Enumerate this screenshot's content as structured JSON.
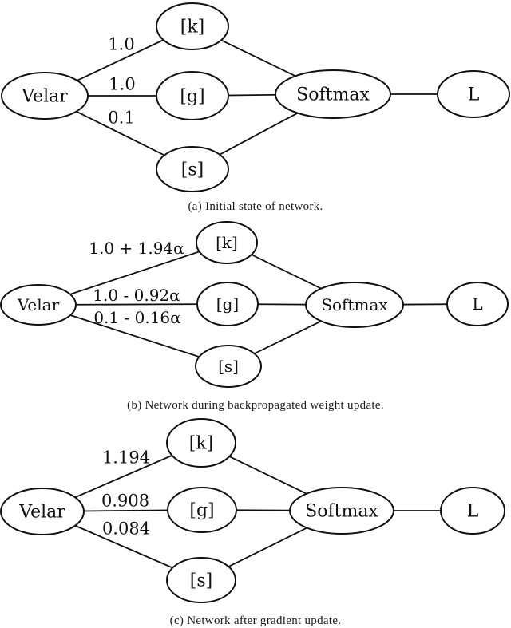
{
  "colors": {
    "background": "#ffffff",
    "stroke": "#101010",
    "text": "#101010"
  },
  "diagrams": [
    {
      "id": "a",
      "caption": "(a) Initial state of network.",
      "nodes": {
        "input": "Velar",
        "k": "[k]",
        "g": "[g]",
        "s": "[s]",
        "softmax": "Softmax",
        "loss": "L"
      },
      "weights": {
        "k": "1.0",
        "g": "1.0",
        "s": "0.1"
      }
    },
    {
      "id": "b",
      "caption": "(b) Network during backpropagated weight update.",
      "nodes": {
        "input": "Velar",
        "k": "[k]",
        "g": "[g]",
        "s": "[s]",
        "softmax": "Softmax",
        "loss": "L"
      },
      "weights": {
        "k": "1.0 + 1.94α",
        "g": "1.0 - 0.92α",
        "s": "0.1 - 0.16α"
      }
    },
    {
      "id": "c",
      "caption": "(c) Network after gradient update.",
      "nodes": {
        "input": "Velar",
        "k": "[k]",
        "g": "[g]",
        "s": "[s]",
        "softmax": "Softmax",
        "loss": "L"
      },
      "weights": {
        "k": "1.194",
        "g": "0.908",
        "s": "0.084"
      }
    }
  ]
}
